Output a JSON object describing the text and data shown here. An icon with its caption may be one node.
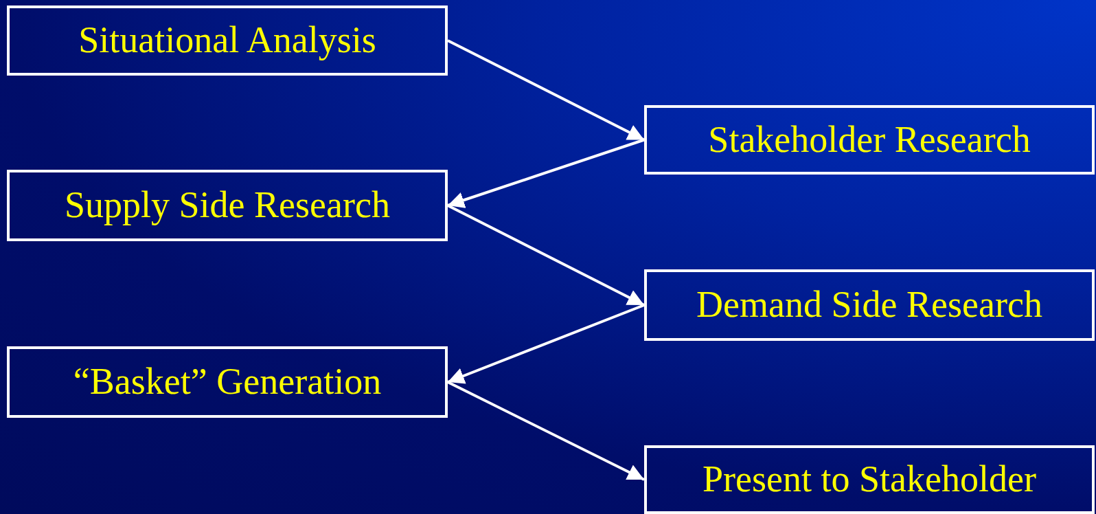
{
  "diagram": {
    "nodes": [
      {
        "text": [
          "Situational Analysis"
        ]
      },
      {
        "text": [
          "Stakeholder Research"
        ]
      },
      {
        "text": [
          "Supply Side Research"
        ]
      },
      {
        "text": [
          "Demand Side Research"
        ]
      },
      {
        "text": [
          "“Basket” Generation"
        ]
      },
      {
        "text": [
          "Present to Stakeholder"
        ]
      }
    ],
    "edges": [
      {
        "from": 0,
        "to": 1,
        "arrow": "to"
      },
      {
        "from": 1,
        "to": 2,
        "arrow": "to"
      },
      {
        "from": 2,
        "to": 3,
        "arrow": "to"
      },
      {
        "from": 3,
        "to": 4,
        "arrow": "to"
      },
      {
        "from": 4,
        "to": 5,
        "arrow": "to"
      }
    ]
  }
}
